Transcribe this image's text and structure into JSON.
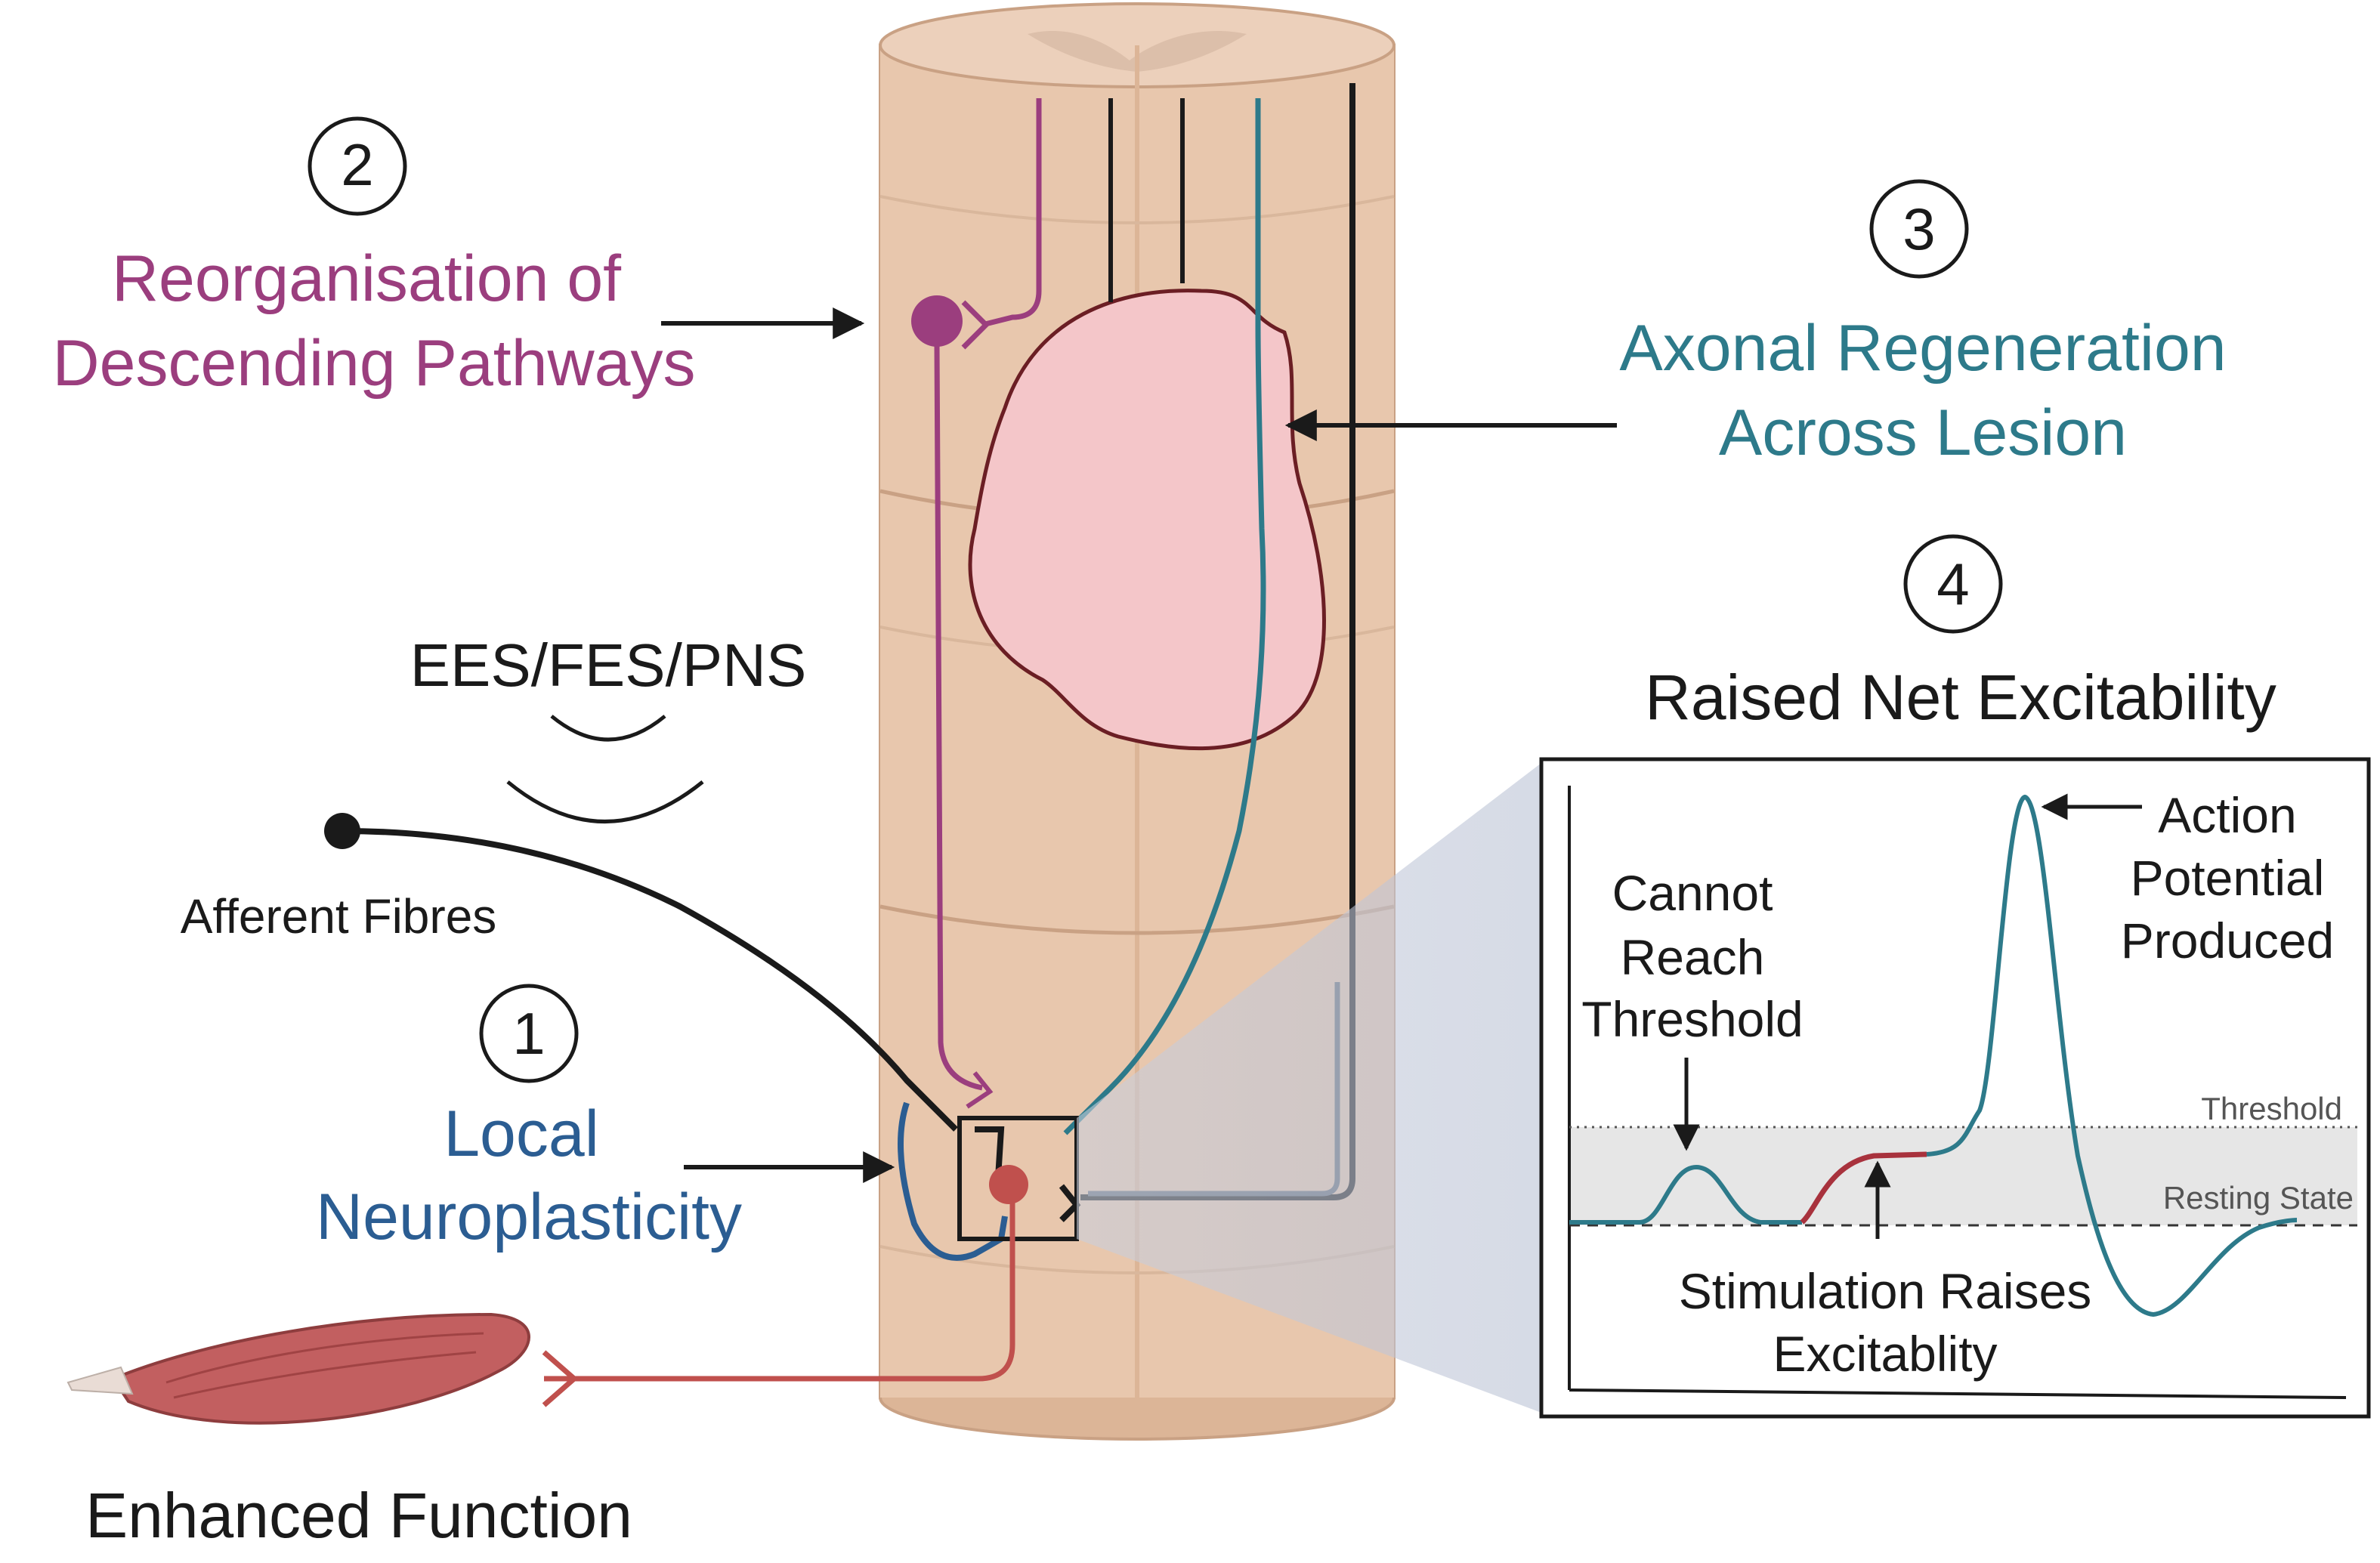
{
  "labels": {
    "num_1": "1",
    "num_2": "2",
    "num_3": "3",
    "num_4": "4",
    "reorg_line1": "Reorganisation of",
    "reorg_line2": "Descending Pathways",
    "axonal_line1": "Axonal Regeneration",
    "axonal_line2": "Across Lesion",
    "raised_net": "Raised Net Excitability",
    "stim_modalities": "EES/FES/PNS",
    "afferent": "Afferent Fibres",
    "local_line1": "Local",
    "local_line2": "Neuroplasticity",
    "enhanced": "Enhanced Function"
  },
  "inset": {
    "cannot_line1": "Cannot",
    "cannot_line2": "Reach",
    "cannot_line3": "Threshold",
    "action_line1": "Action",
    "action_line2": "Potential",
    "action_line3": "Produced",
    "threshold": "Threshold",
    "resting": "Resting State",
    "stim_line1": "Stimulation Raises",
    "stim_line2": "Excitablity"
  },
  "colors": {
    "magenta": "#9b3e7e",
    "teal": "#2d7a8a",
    "blue": "#2b5d92",
    "red": "#c0504d",
    "cord": "#e8c7ad",
    "lesion": "#f4c6c9",
    "dark": "#1a1a1a",
    "gray_axon": "#5f6975"
  }
}
